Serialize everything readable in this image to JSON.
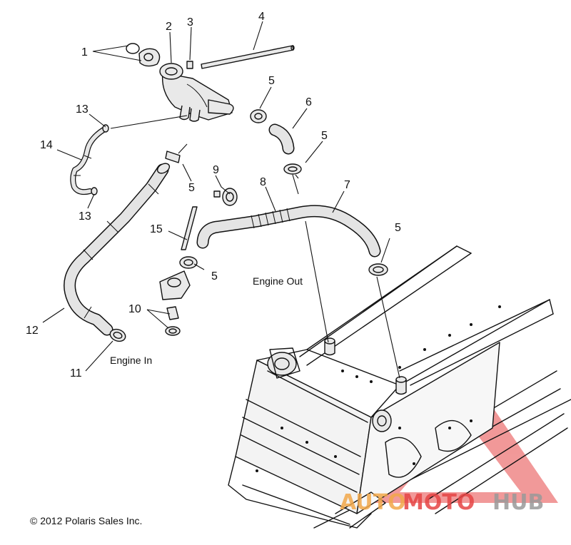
{
  "callouts": {
    "c1": "1",
    "c2": "2",
    "c3": "3",
    "c4": "4",
    "c5a": "5",
    "c5b": "5",
    "c5c": "5",
    "c5d": "5",
    "c5e": "5",
    "c6": "6",
    "c7": "7",
    "c8": "8",
    "c9": "9",
    "c10": "10",
    "c11": "11",
    "c12": "12",
    "c13a": "13",
    "c13b": "13",
    "c14": "14",
    "c15": "15"
  },
  "labels": {
    "engine_out": "Engine Out",
    "engine_in": "Engine In",
    "copyright": "© 2012 Polaris Sales Inc."
  },
  "watermark": {
    "part1": "AUTO",
    "part2": "MOTO",
    "part3": "HUB",
    "color_orange": "#f2a84a",
    "color_red": "#e64545",
    "color_gray": "#9a9a9a"
  }
}
